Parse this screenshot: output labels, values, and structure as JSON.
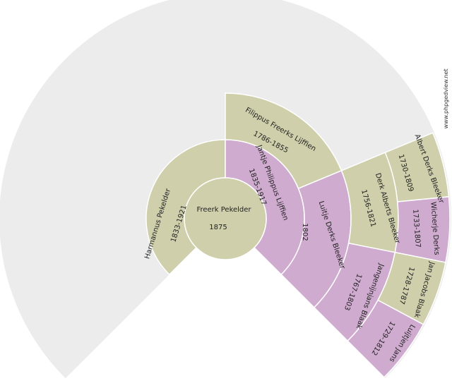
{
  "watermark": "www.phpgedview.net",
  "colors": {
    "background_ring": "#ececec",
    "male": "#cfcfab",
    "female": "#d0abd0",
    "divider": "#ffffff",
    "text": "#222222"
  },
  "root": {
    "name": "Freerk Pekelder",
    "dates": "1875"
  },
  "gen1": [
    {
      "name": "Harmannus Pekelder",
      "dates": "1833-1921"
    },
    {
      "name": "Jantje Philippus Lijffien",
      "dates": "1835-1917"
    }
  ],
  "gen2": [
    {
      "name": "Filippus Freerks Lijffien",
      "dates": "1786-1855"
    },
    {
      "name": "Luitje Derks Bleeker",
      "dates": "1802"
    }
  ],
  "gen3": [
    {
      "name": "Derk Alberts Bleeker",
      "dates": "1756-1821"
    },
    {
      "name": "Jangenijnjans Blaak",
      "dates": "1767-1803"
    }
  ],
  "gen4": [
    {
      "name": "Albert Derks Bleeker",
      "dates": "1730-1809"
    },
    {
      "name": "Wicherje Derks",
      "dates": "1733-1807"
    },
    {
      "name": "Jan Jacobs Blaak",
      "dates": "1728-1787"
    },
    {
      "name": "Luijtjen Jans",
      "dates": "1729-1812"
    }
  ]
}
